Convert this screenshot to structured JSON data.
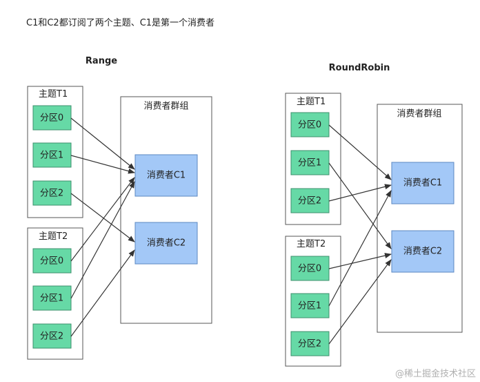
{
  "header": {
    "text": "C1和C2都订阅了两个主题、C1是第一个消费者"
  },
  "range": {
    "title": "Range",
    "topic1": {
      "label": "主题T1",
      "partitions": [
        "分区0",
        "分区1",
        "分区2"
      ]
    },
    "topic2": {
      "label": "主题T2",
      "partitions": [
        "分区0",
        "分区1",
        "分区2"
      ]
    },
    "group": {
      "label": "消费者群组",
      "consumers": [
        "消费者C1",
        "消费者C2"
      ]
    }
  },
  "roundrobin": {
    "title": "RoundRobin",
    "topic1": {
      "label": "主题T1",
      "partitions": [
        "分区0",
        "分区1",
        "分区2"
      ]
    },
    "topic2": {
      "label": "主题T2",
      "partitions": [
        "分区0",
        "分区1",
        "分区2"
      ]
    },
    "group": {
      "label": "消费者群组",
      "consumers": [
        "消费者C1",
        "消费者C2"
      ]
    }
  },
  "watermark": "@稀土掘金技术社区"
}
